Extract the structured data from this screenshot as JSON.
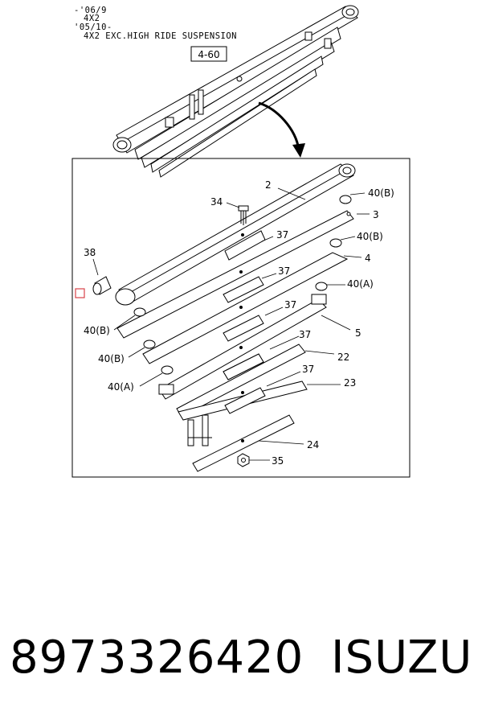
{
  "header_notes": {
    "line1": "-'06/9",
    "line2": "4X2",
    "line3": "'05/10-",
    "line4": "4X2 EXC.HIGH RIDE SUSPENSION"
  },
  "reference_box": "4-60",
  "callouts": {
    "c2": "2",
    "c3": "3",
    "c4": "4",
    "c5": "5",
    "c22": "22",
    "c23": "23",
    "c24": "24",
    "c34": "34",
    "c35": "35",
    "c37a": "37",
    "c37b": "37",
    "c37c": "37",
    "c37d": "37",
    "c37e": "37",
    "c38": "38",
    "c40b_right1": "40(B)",
    "c40b_right2": "40(B)",
    "c40a_right": "40(A)",
    "c40b_left1": "40(B)",
    "c40b_left2": "40(B)",
    "c40a_left": "40(A)"
  },
  "footer": {
    "part_number": "8973326420",
    "brand": "ISUZU"
  },
  "colors": {
    "line": "#000000",
    "marker": "#d9434a"
  }
}
